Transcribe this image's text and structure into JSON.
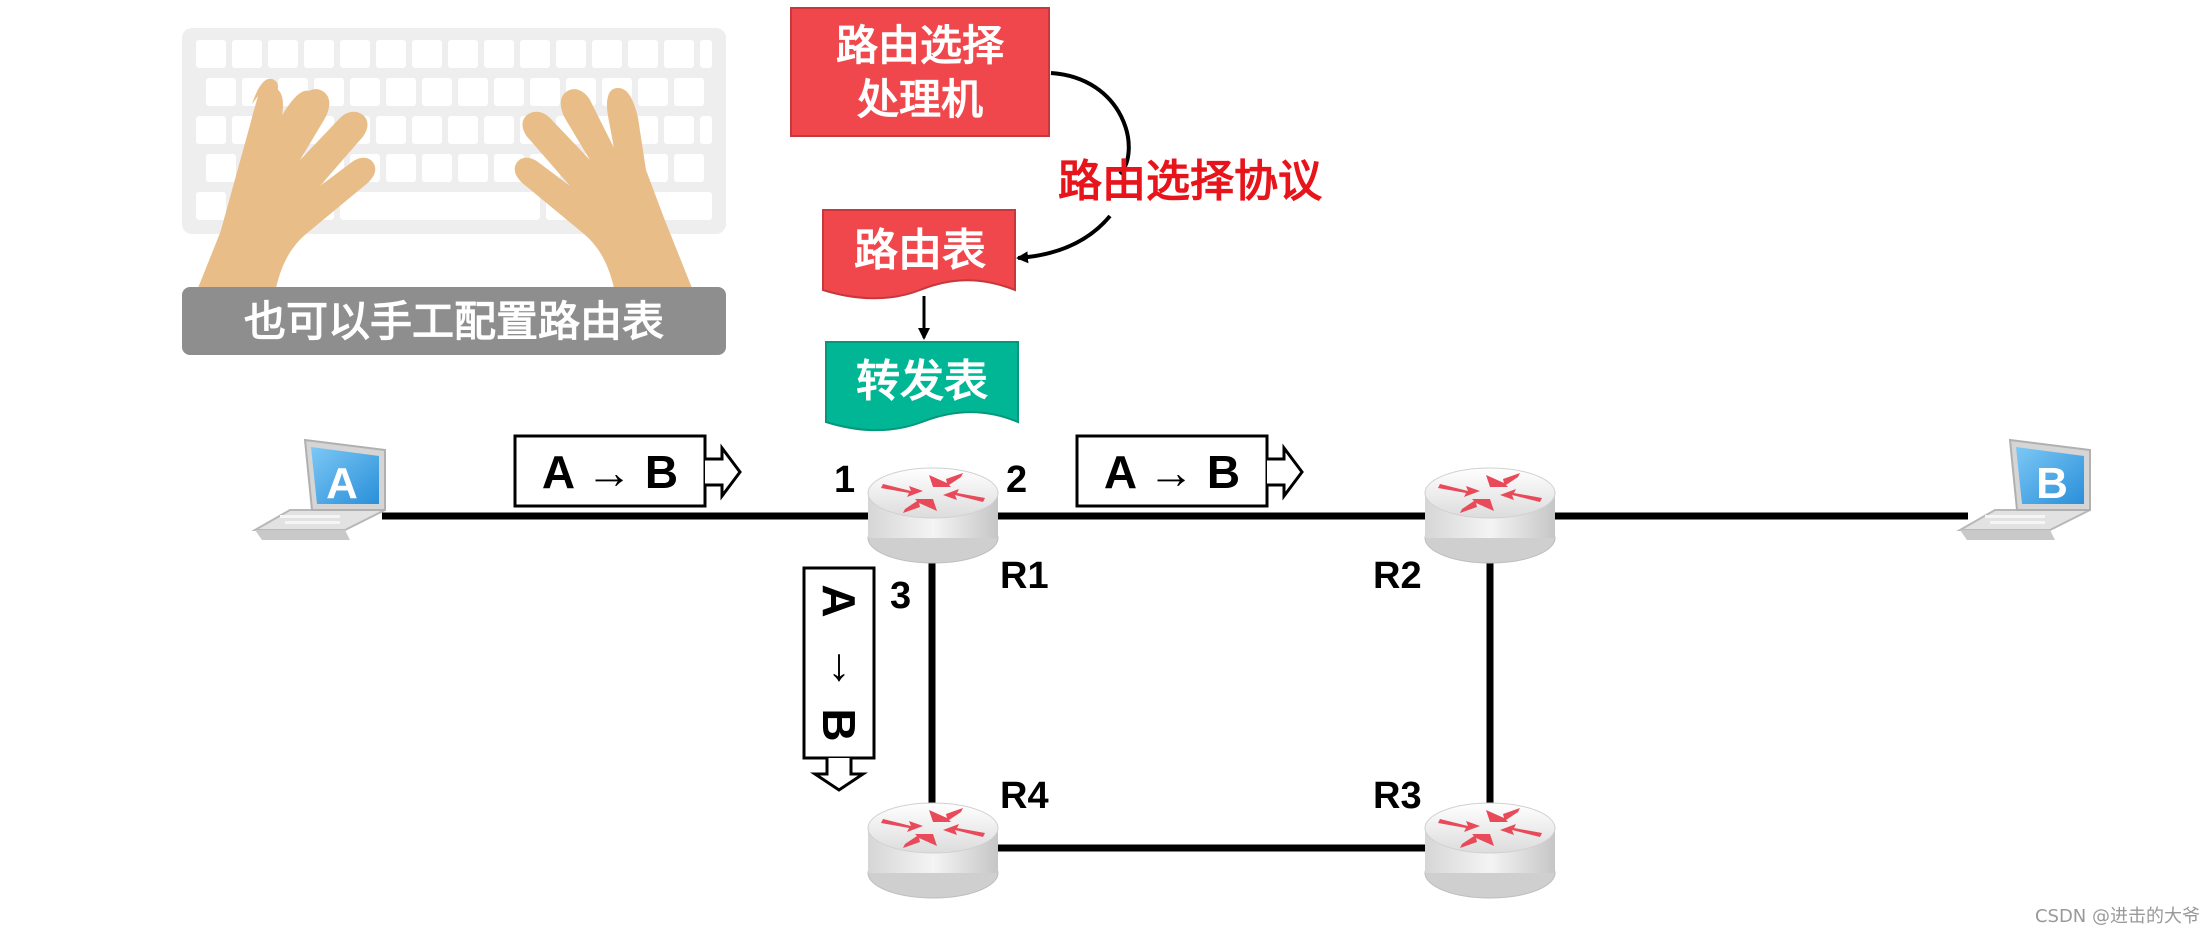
{
  "keyboard_caption": "也可以手工配置路由表",
  "routing_processor": {
    "line1": "路由选择",
    "line2": "处理机"
  },
  "routing_protocol": "路由选择协议",
  "routing_table": "路由表",
  "forwarding_table": "转发表",
  "hosts": {
    "a": "A",
    "b": "B"
  },
  "routers": {
    "r1": "R1",
    "r2": "R2",
    "r3": "R3",
    "r4": "R4"
  },
  "ports": {
    "p1": "1",
    "p2": "2",
    "p3": "3"
  },
  "packets": {
    "left": "A → B",
    "right": "A → B",
    "down": {
      "a": "A",
      "arrow": "↓",
      "b": "B"
    }
  },
  "watermark": "CSDN @进击的大爷",
  "colors": {
    "red_box": "#f0474c",
    "teal_box": "#00b694",
    "protocol_text": "#e8141b",
    "caption_bg": "#8e8e8e",
    "hand": "#e8bd88",
    "keyboard": "#ededed",
    "host_blue": "#3aa2e6"
  }
}
